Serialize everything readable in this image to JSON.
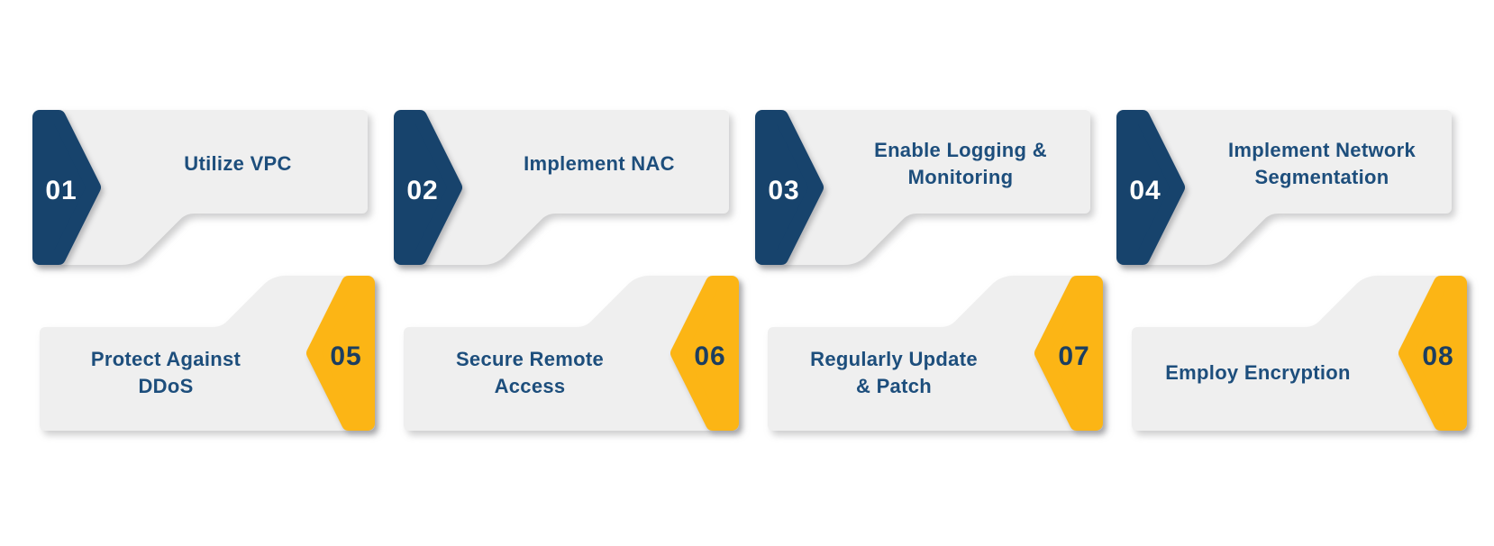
{
  "colors": {
    "navy": "#17436c",
    "yellow": "#fcb515",
    "card_gray": "#efefef",
    "title_text": "#1d4e7c",
    "number_on_navy": "#ffffff",
    "number_on_yellow": "#1c3e60",
    "background": "#ffffff"
  },
  "cards": [
    {
      "number": "01",
      "title": "Utilize VPC",
      "lines": [
        "Utilize VPC"
      ]
    },
    {
      "number": "02",
      "title": "Implement NAC",
      "lines": [
        "Implement NAC"
      ]
    },
    {
      "number": "03",
      "title": "Enable Logging & Monitoring",
      "lines": [
        "Enable Logging &",
        "Monitoring"
      ]
    },
    {
      "number": "04",
      "title": "Implement Network Segmentation",
      "lines": [
        "Implement Network",
        "Segmentation"
      ]
    },
    {
      "number": "05",
      "title": "Protect Against DDoS",
      "lines": [
        "Protect Against",
        "DDoS"
      ]
    },
    {
      "number": "06",
      "title": "Secure Remote Access",
      "lines": [
        "Secure Remote",
        "Access"
      ]
    },
    {
      "number": "07",
      "title": "Regularly Update & Patch",
      "lines": [
        "Regularly Update",
        "& Patch"
      ]
    },
    {
      "number": "08",
      "title": "Employ Encryption",
      "lines": [
        "Employ Encryption"
      ]
    }
  ]
}
